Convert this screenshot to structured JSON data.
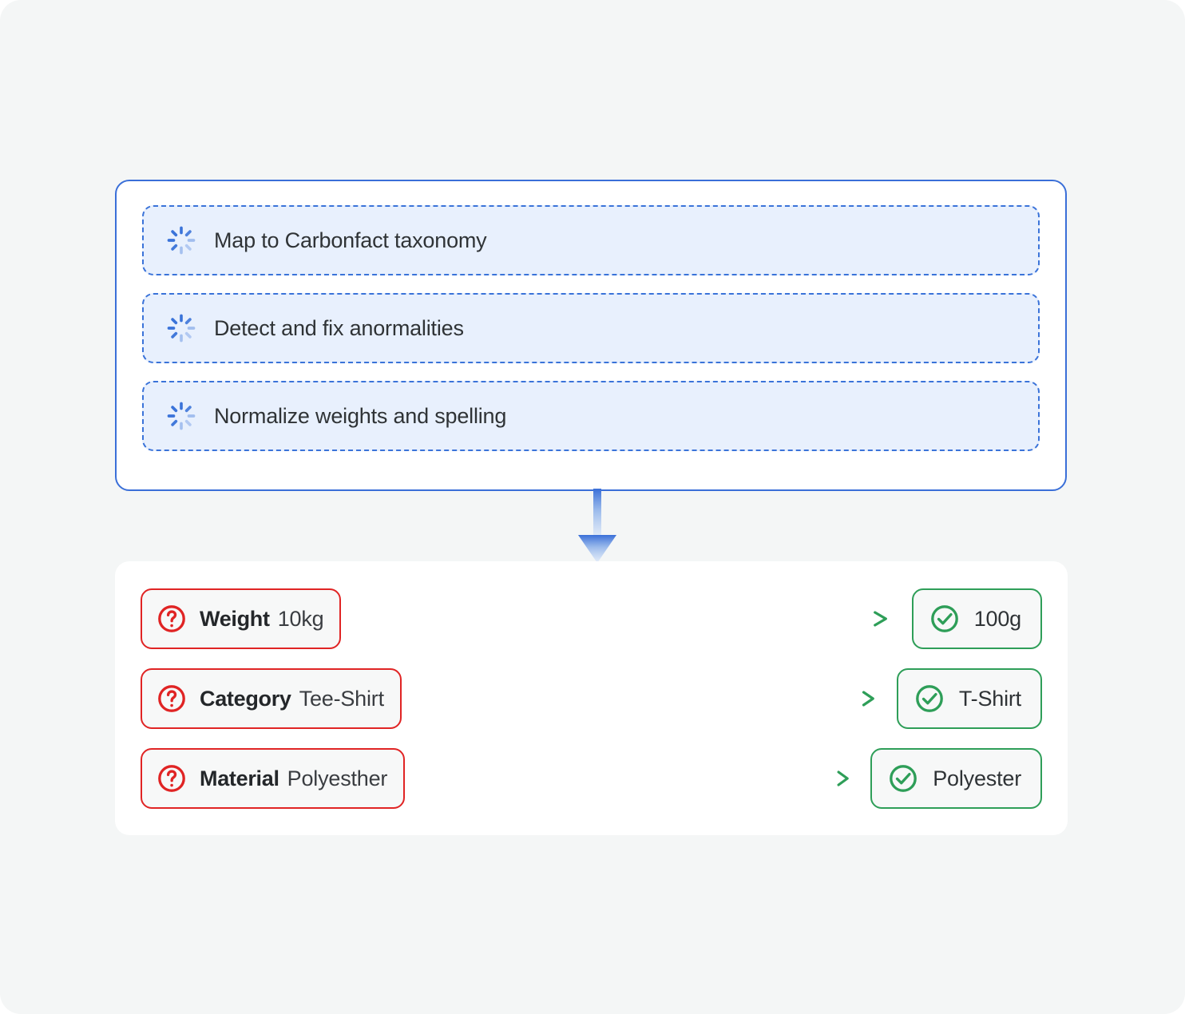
{
  "colors": {
    "page_background": "#f4f6f6",
    "pipeline_border": "#3a6fd8",
    "pipeline_step_fill": "#e8f0fd",
    "pipeline_step_border": "#3a73d9",
    "error_red": "#e02424",
    "success_green": "#2e9e58",
    "card_fill": "#f7f8f8",
    "text_dark": "#2f3336"
  },
  "pipeline": {
    "steps": [
      {
        "icon": "spinner-icon",
        "label": "Map to Carbonfact taxonomy"
      },
      {
        "icon": "spinner-icon",
        "label": "Detect and fix anormalities"
      },
      {
        "icon": "spinner-icon",
        "label": "Normalize weights and spelling"
      }
    ]
  },
  "flow_arrow": {
    "icon": "down-arrow-icon",
    "direction": "down"
  },
  "results": {
    "rows": [
      {
        "issue_icon": "question-mark-icon",
        "field": "Weight",
        "value": "10kg",
        "connector_icon": "dashed-arrow-right-icon",
        "fixed_icon": "check-circle-icon",
        "fixed_value": "100g"
      },
      {
        "issue_icon": "question-mark-icon",
        "field": "Category",
        "value": "Tee-Shirt",
        "connector_icon": "dashed-arrow-right-icon",
        "fixed_icon": "check-circle-icon",
        "fixed_value": "T-Shirt"
      },
      {
        "issue_icon": "question-mark-icon",
        "field": "Material",
        "value": "Polyesther",
        "connector_icon": "dashed-arrow-right-icon",
        "fixed_icon": "check-circle-icon",
        "fixed_value": "Polyester"
      }
    ]
  }
}
